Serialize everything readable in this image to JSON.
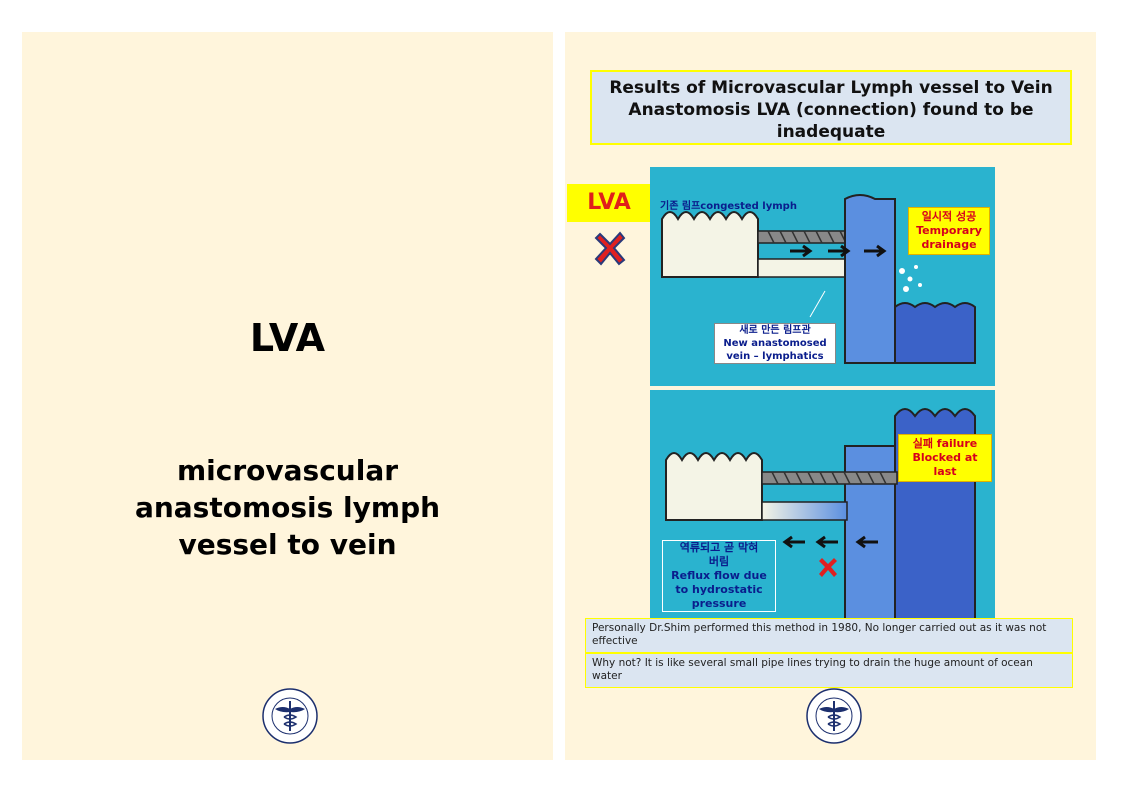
{
  "left_slide": {
    "title": "LVA",
    "subtitle_lines": [
      "microvascular",
      "anastomosis lymph",
      "vessel to vein"
    ]
  },
  "right_slide": {
    "heading_lines": [
      "Results of Microvascular Lymph vessel to Vein",
      "Anastomosis LVA (connection) found to be",
      "inadequate"
    ],
    "tag": "LVA",
    "top_diagram": {
      "existing_lymph": "기존 림프congested lymph",
      "temporary_ko": "일시적 성공",
      "temporary_lines": [
        "Temporary",
        "drainage"
      ],
      "new_vessel_ko": "새로 만든 림프관",
      "new_vessel_lines": [
        "New anastomosed",
        "vein – lymphatics"
      ]
    },
    "bottom_diagram": {
      "failure_line1": "실패 failure",
      "failure_line2": "Blocked at last",
      "reflux_ko_lines": [
        "역류되고 곧 막혀",
        "버림"
      ],
      "reflux_lines": [
        "Reflux  flow  due",
        "to  hydrostatic",
        "pressure"
      ]
    },
    "notes": [
      "Personally Dr.Shim  performed this method in 1980, No longer carried out as it was not effective",
      "Why not? It is like several small pipe lines trying to  drain the huge amount of ocean water"
    ]
  },
  "colors": {
    "page_bg": "#fff5dc",
    "heading_box": "#dbe5f1",
    "highlight": "#ffff00",
    "tag_text": "#e0201a",
    "diagram_bg": "#2ab3cf",
    "vein_blue": "#5b8fe0"
  }
}
